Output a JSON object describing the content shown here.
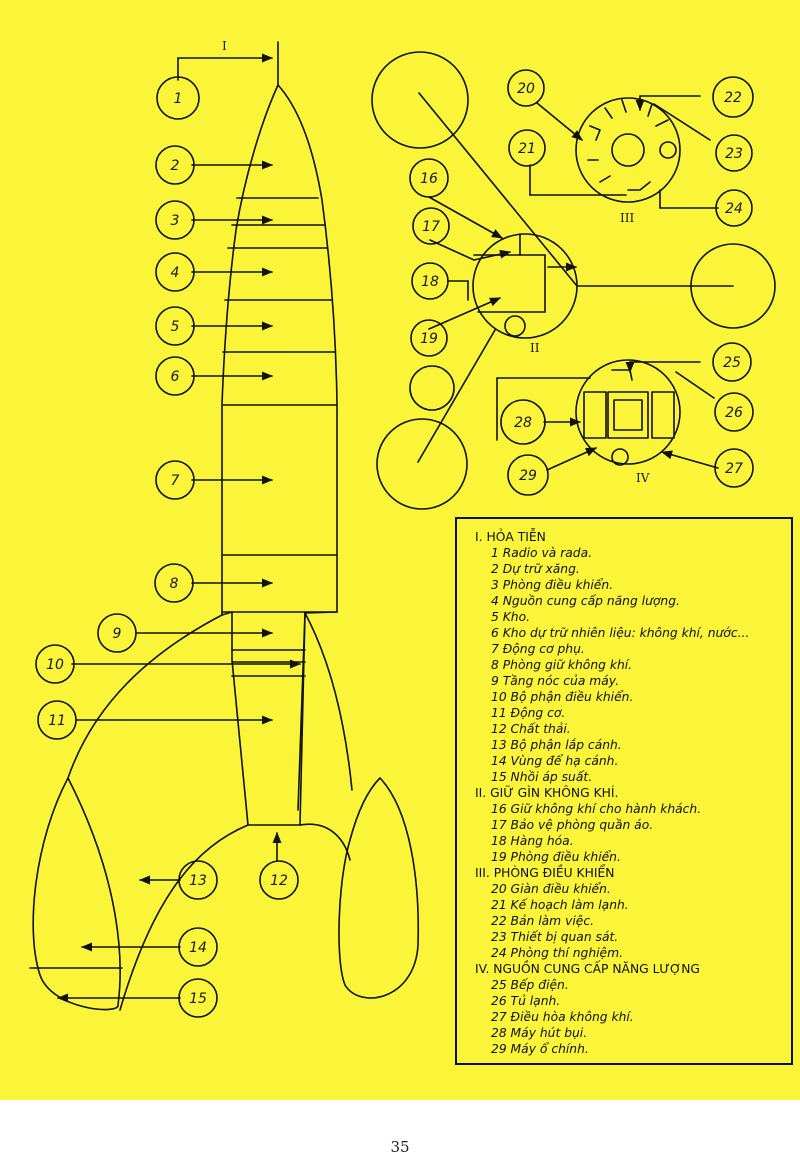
{
  "diagram": {
    "roman_markers": {
      "I": "I",
      "II": "II",
      "III": "III",
      "IV": "IV"
    },
    "callouts": [
      "1",
      "2",
      "3",
      "4",
      "5",
      "6",
      "7",
      "8",
      "9",
      "10",
      "11",
      "12",
      "13",
      "14",
      "15",
      "16",
      "17",
      "18",
      "19",
      "20",
      "21",
      "22",
      "23",
      "24",
      "25",
      "26",
      "27",
      "28",
      "29"
    ]
  },
  "legend": {
    "sections": [
      {
        "title": "I. HỎA TIỄN",
        "items": [
          "1 Radio và rada.",
          "2 Dự trữ xăng.",
          "3 Phòng điều khiển.",
          "4 Nguồn cung cấp năng lượng.",
          "5 Kho.",
          "6 Kho dự trữ nhiên liệu: không khí, nước...",
          "7 Động cơ phụ.",
          "8 Phòng giữ không khí.",
          "9 Tầng nóc của máy.",
          "10 Bộ phận điều khiển.",
          "11 Động cơ.",
          "12 Chất thải.",
          "13 Bộ phận lắp cánh.",
          "14 Vùng để hạ cánh.",
          "15 Nhồi áp suất."
        ]
      },
      {
        "title": "II. GIỮ GÌN KHÔNG KHÍ.",
        "items": [
          "16 Giữ không khí cho hành khách.",
          "17 Bảo vệ phòng quần áo.",
          "18 Hàng hóa.",
          "19 Phòng điều khiển."
        ]
      },
      {
        "title": "III. PHÒNG ĐIỀU KHIỂN",
        "items": [
          "20 Giàn điều khiển.",
          "21 Kế hoạch làm lạnh.",
          "22 Bản làm việc.",
          "23 Thiết bị quan sát.",
          "24 Phòng thí nghiệm."
        ]
      },
      {
        "title": "IV. NGUỒN CUNG CẤP NĂNG LƯỢNG",
        "items": [
          "25 Bếp điện.",
          "26 Tủ lạnh.",
          "27 Điều hòa không khí.",
          "28 Máy hút bụi.",
          "29 Máy ổ chính."
        ]
      }
    ]
  },
  "page_number": "35"
}
